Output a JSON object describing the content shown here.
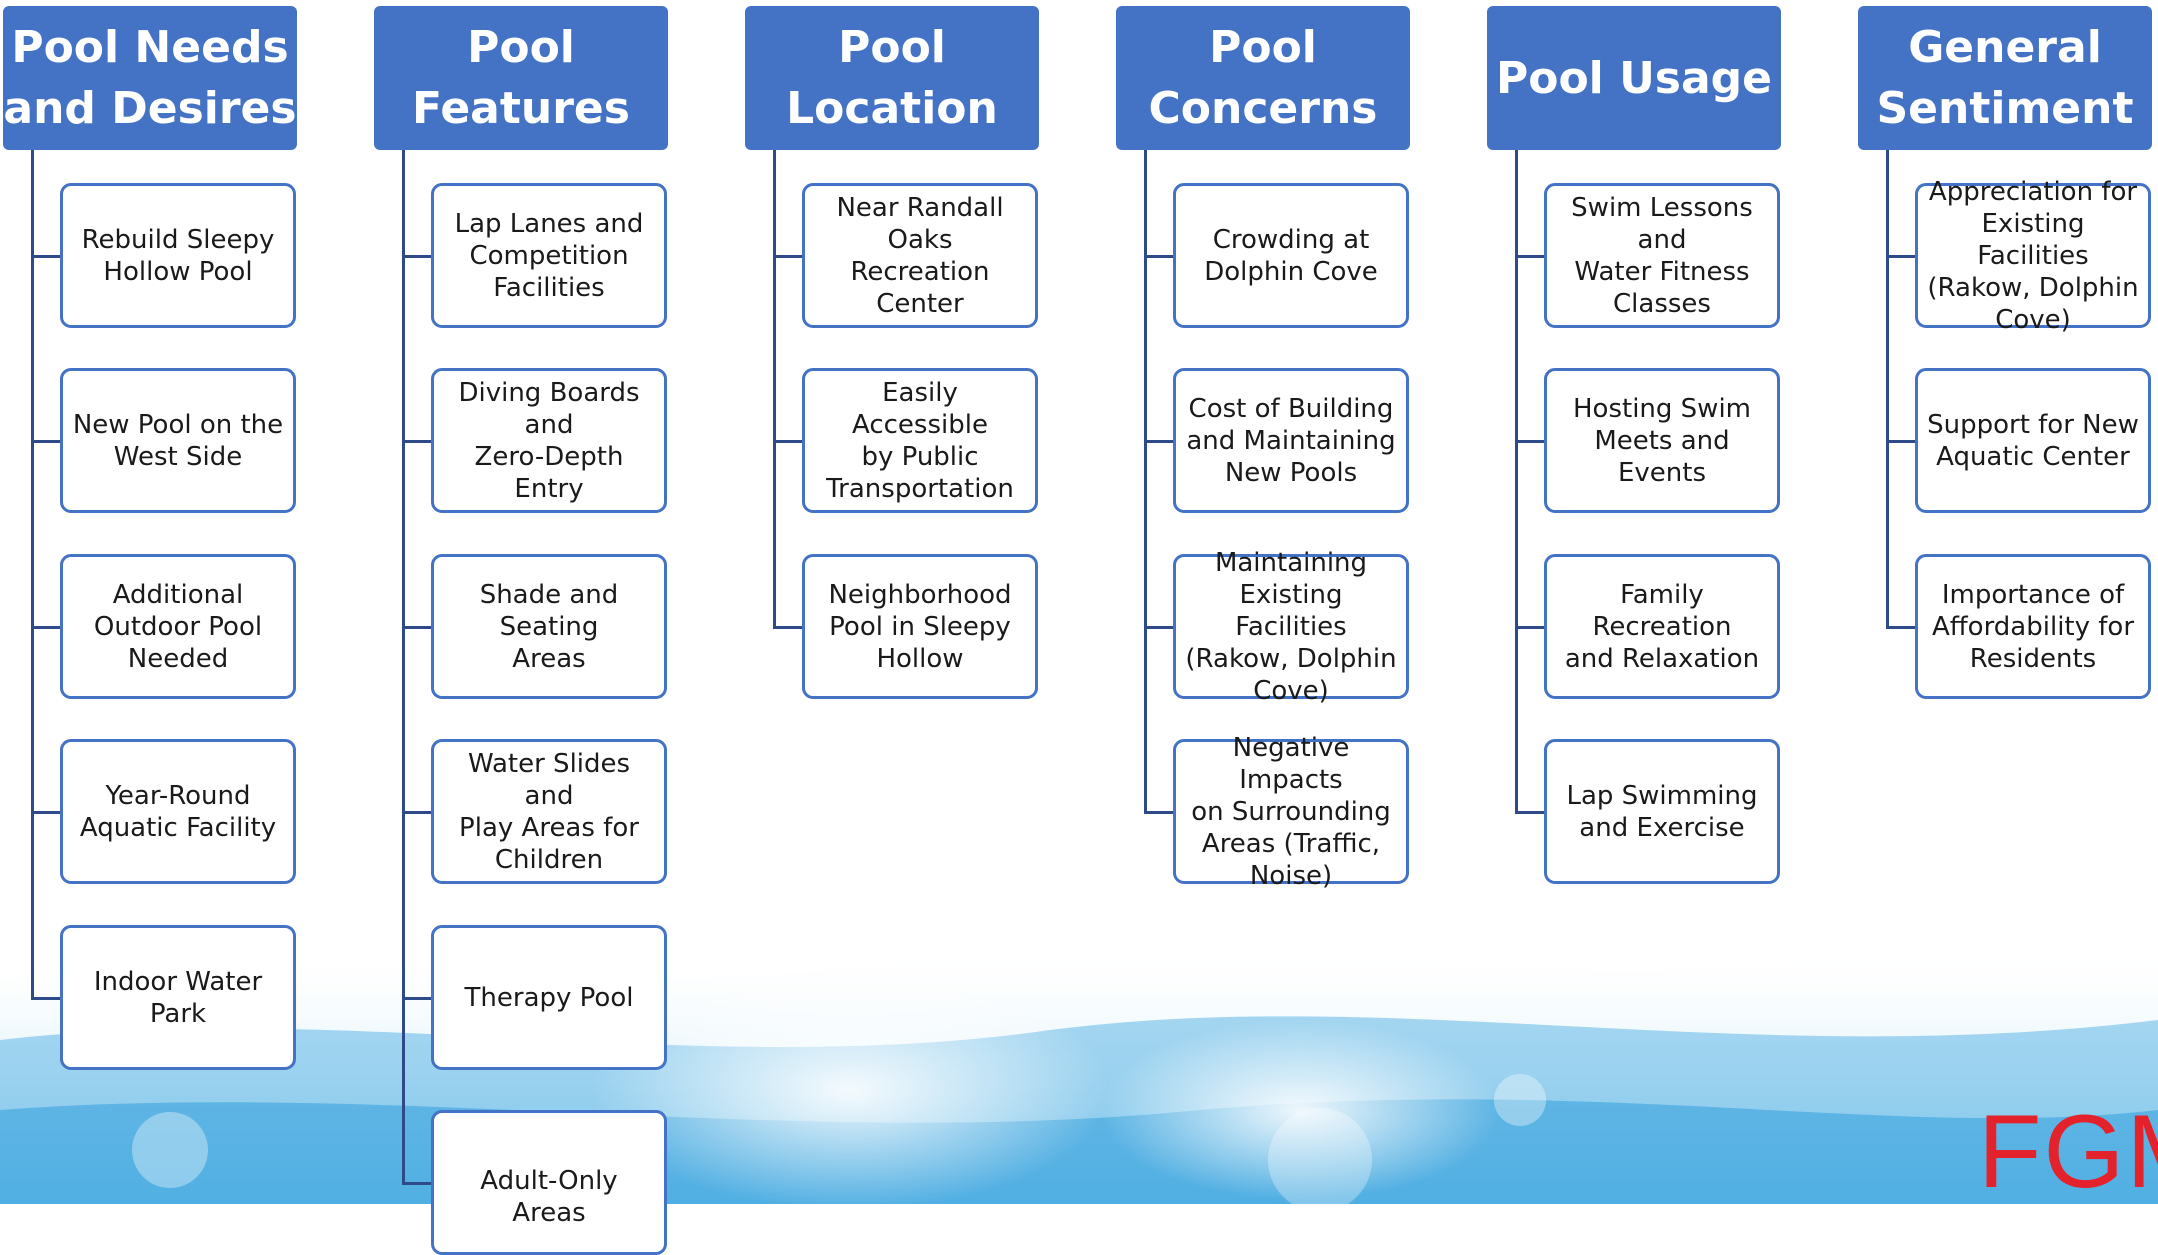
{
  "columns": [
    {
      "title": "Pool Needs\nand Desires",
      "items": [
        "Rebuild Sleepy\nHollow Pool",
        "New Pool on the\nWest Side",
        "Additional\nOutdoor Pool\nNeeded",
        "Year-Round\nAquatic Facility",
        "Indoor Water\nPark"
      ]
    },
    {
      "title": "Pool\nFeatures",
      "items": [
        "Lap Lanes and\nCompetition\nFacilities",
        "Diving Boards and\nZero-Depth Entry",
        "Shade and Seating\nAreas",
        "Water Slides and\nPlay Areas for\nChildren",
        "Therapy Pool",
        "Adult-Only Areas"
      ]
    },
    {
      "title": "Pool\nLocation",
      "items": [
        "Near Randall Oaks\nRecreation Center",
        "Easily Accessible\nby Public\nTransportation",
        "Neighborhood\nPool in Sleepy\nHollow"
      ]
    },
    {
      "title": "Pool\nConcerns",
      "items": [
        "Crowding at\nDolphin Cove",
        "Cost of Building\nand Maintaining\nNew Pools",
        "Maintaining\nExisting Facilities\n(Rakow, Dolphin\nCove)",
        "Negative Impacts\non Surrounding\nAreas (Traffic,\nNoise)"
      ]
    },
    {
      "title": "Pool Usage",
      "items": [
        "Swim Lessons and\nWater Fitness\nClasses",
        "Hosting Swim\nMeets and Events",
        "Family Recreation\nand Relaxation",
        "Lap Swimming\nand Exercise"
      ]
    },
    {
      "title": "General\nSentiment",
      "items": [
        "Appreciation for\nExisting Facilities\n(Rakow, Dolphin\nCove)",
        "Support for New\nAquatic Center",
        "Importance of\nAffordability for\nResidents"
      ]
    }
  ],
  "logo_text": "FGM",
  "colors": {
    "header_fill": "#4472c4",
    "item_border": "#4472c4",
    "connector": "#2f4a88",
    "logo": "#e3222b"
  }
}
